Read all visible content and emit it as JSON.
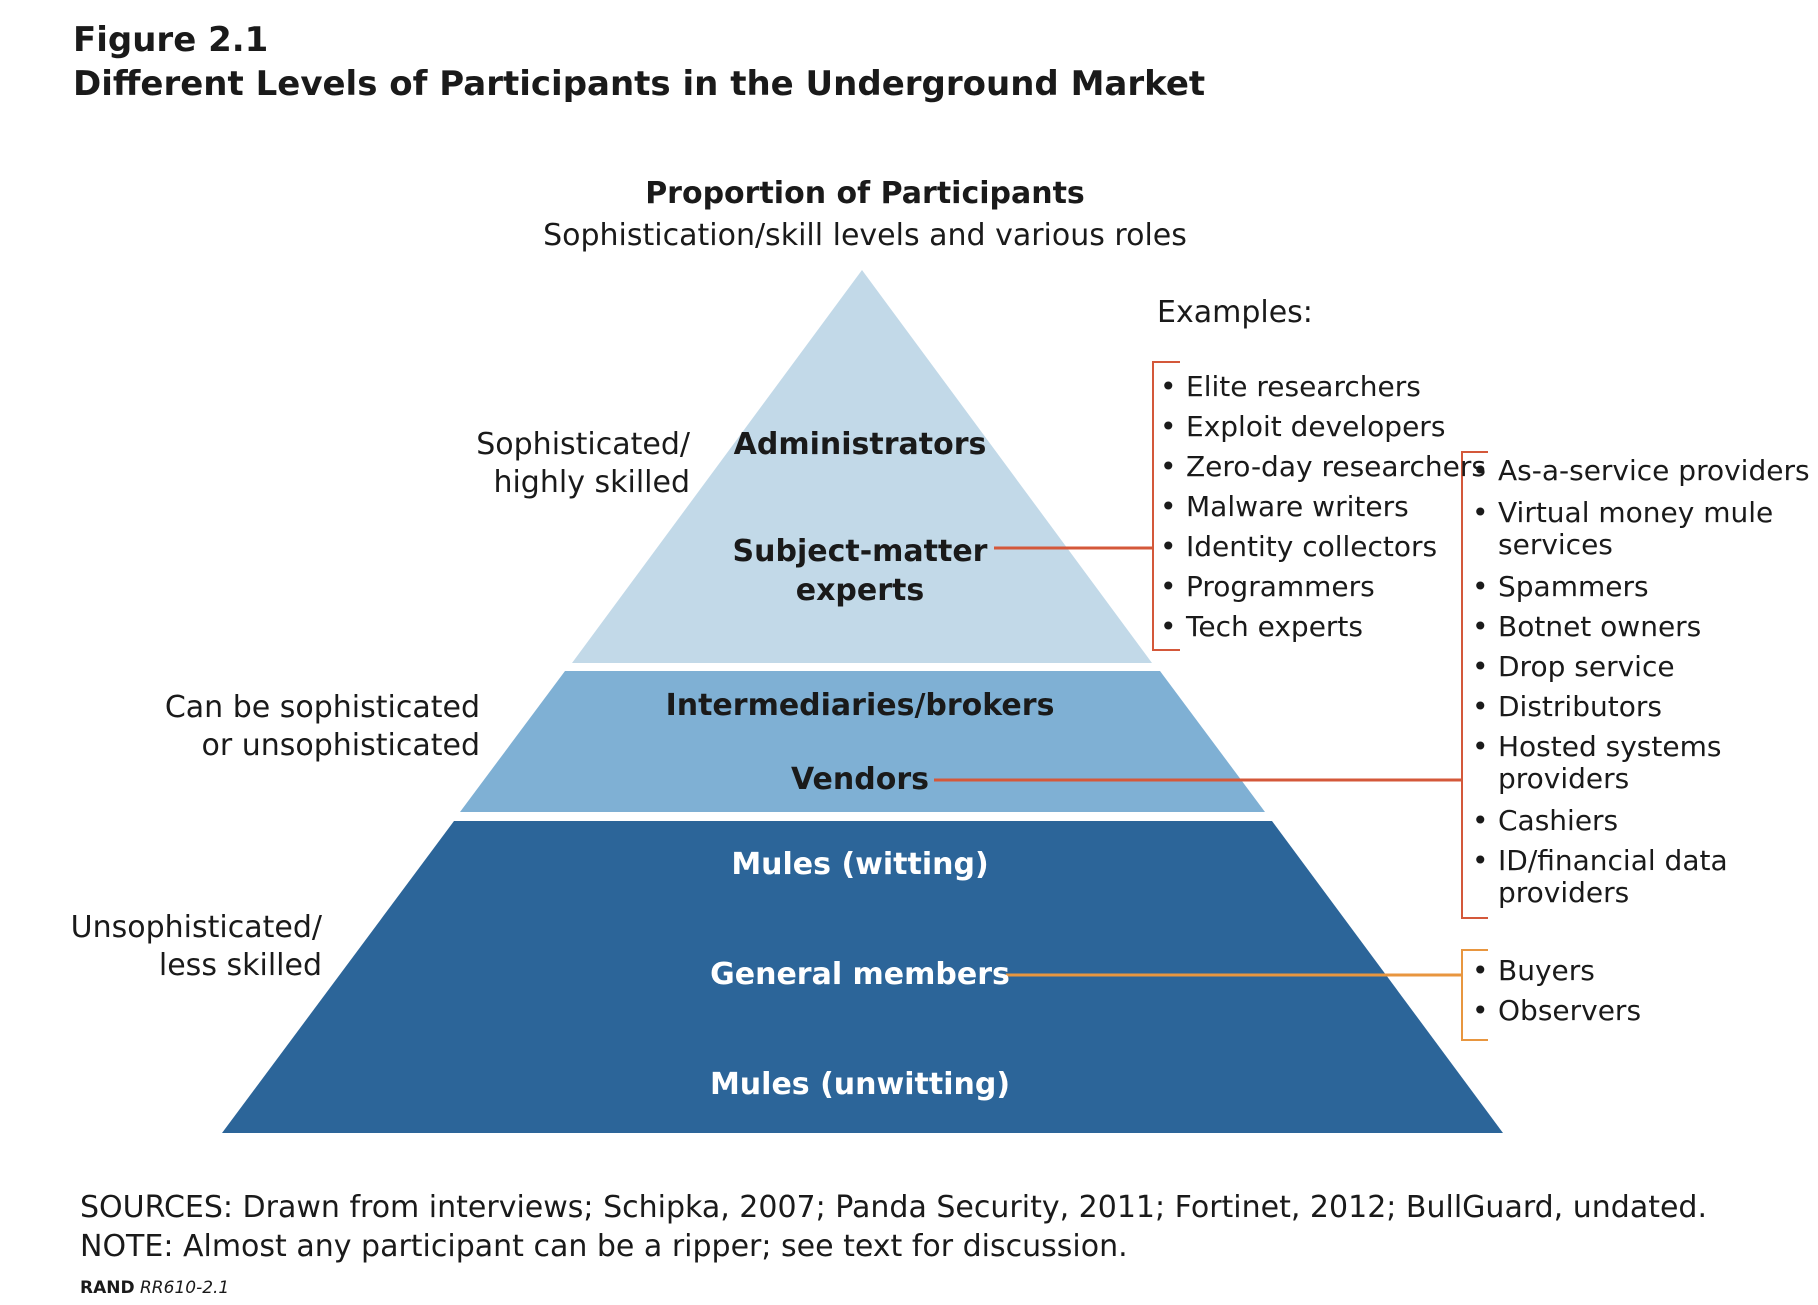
{
  "figure": {
    "label": "Figure 2.1",
    "title": "Different Levels of Participants in the Underground Market"
  },
  "header": {
    "title": "Proportion of Participants",
    "subtitle": "Sophistication/skill levels and various roles"
  },
  "examples_label": "Examples:",
  "side_labels": {
    "top_line1": "Sophisticated/",
    "top_line2": "highly skilled",
    "mid_line1": "Can be sophisticated",
    "mid_line2": "or unsophisticated",
    "bottom_line1": "Unsophisticated/",
    "bottom_line2": "less skilled"
  },
  "tiers": {
    "top": {
      "color": "#c2d9e8",
      "roles": [
        "Administrators",
        "Subject-matter",
        "experts"
      ]
    },
    "middle": {
      "color": "#7fb0d4",
      "roles": [
        "Intermediaries/brokers",
        "Vendors"
      ]
    },
    "bottom": {
      "color": "#2c6599",
      "roles": [
        "Mules (witting)",
        "General members",
        "Mules (unwitting)"
      ]
    }
  },
  "example_groups": {
    "experts": {
      "connector_color": "#d4583a",
      "items": [
        "Elite researchers",
        "Exploit developers",
        "Zero-day researchers",
        "Malware writers",
        "Identity collectors",
        "Programmers",
        "Tech experts"
      ]
    },
    "vendors": {
      "connector_color": "#d4583a",
      "items": [
        "As-a-service providers",
        "Virtual money mule",
        "services",
        "Spammers",
        "Botnet owners",
        "Drop service",
        "Distributors",
        "Hosted systems",
        "providers",
        "Cashiers",
        "ID/financial data",
        "providers"
      ]
    },
    "general_members": {
      "connector_color": "#e8963f",
      "items": [
        "Buyers",
        "Observers"
      ]
    }
  },
  "footer": {
    "sources": "SOURCES: Drawn from interviews; Schipka, 2007; Panda Security, 2011; Fortinet, 2012; BullGuard, undated.",
    "note": "NOTE: Almost any participant can be a ripper; see text for discussion.",
    "credit_org": "RAND",
    "credit_id": "RR610-2.1"
  }
}
